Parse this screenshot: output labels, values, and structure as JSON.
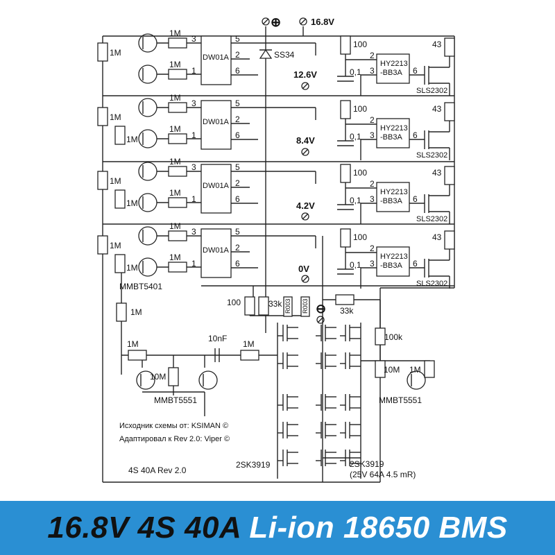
{
  "schematic": {
    "rails": {
      "plus_symbol": "⊕",
      "v16_8": "16.8V",
      "v12_6": "12.6V",
      "v8_4": "8.4V",
      "v4_2": "4.2V",
      "zero": "0V",
      "minus_symbol": "⊖"
    },
    "diode": "SS34",
    "cells": [
      {
        "ic": "DW01A",
        "r_top": "1M",
        "r_bot": "1M",
        "pin_in1": "3",
        "pin_in2": "1",
        "pin_out1": "5",
        "pin_out2": "2",
        "pin_out3": "6",
        "r_left": "1M",
        "r_100": "100",
        "cap": "0,1",
        "bal_ic_1": "HY2213",
        "bal_ic_2": "-BB3A",
        "bal_pin2": "2",
        "bal_pin3": "3",
        "bal_pin6": "6",
        "r_43": "43",
        "mosfet": "SLS2302"
      },
      {
        "ic": "DW01A",
        "r_top": "1M",
        "r_bot": "1M",
        "pin_in1": "3",
        "pin_in2": "1",
        "pin_out1": "5",
        "pin_out2": "2",
        "pin_out3": "6",
        "r_left": "1M",
        "r_left2": "1M",
        "r_100": "100",
        "cap": "0,1",
        "bal_ic_1": "HY2213",
        "bal_ic_2": "-BB3A",
        "bal_pin2": "2",
        "bal_pin3": "3",
        "bal_pin6": "6",
        "r_43": "43",
        "mosfet": "SLS2302"
      },
      {
        "ic": "DW01A",
        "r_top": "1M",
        "r_bot": "1M",
        "pin_in1": "3",
        "pin_in2": "1",
        "pin_out1": "5",
        "pin_out2": "2",
        "pin_out3": "6",
        "r_left": "1M",
        "r_left2": "1M",
        "r_100": "100",
        "cap": "0,1",
        "bal_ic_1": "HY2213",
        "bal_ic_2": "-BB3A",
        "bal_pin2": "2",
        "bal_pin3": "3",
        "bal_pin6": "6",
        "r_43": "43",
        "mosfet": "SLS2302"
      },
      {
        "ic": "DW01A",
        "r_top": "1M",
        "r_bot": "1M",
        "pin_in1": "3",
        "pin_in2": "1",
        "pin_out1": "5",
        "pin_out2": "2",
        "pin_out3": "6",
        "r_left": "1M",
        "r_left2": "1M",
        "r_100": "100",
        "cap": "0,1",
        "bal_ic_1": "HY2213",
        "bal_ic_2": "-BB3A",
        "bal_pin2": "2",
        "bal_pin3": "3",
        "bal_pin6": "6",
        "r_43": "43",
        "mosfet": "SLS2302"
      }
    ],
    "lower": {
      "pnp_label": "MMBT5401",
      "r_1m_a": "1M",
      "r_1m_b": "1M",
      "r_10m": "10M",
      "cap_10nf": "10nF",
      "r_1m_c": "1M",
      "npn_left_label": "MMBT5551",
      "r_100": "100",
      "r_33k_a": "33k",
      "r003_a": "R003",
      "r003_b": "R003",
      "r_33k_b": "33k",
      "r_100k": "100k",
      "r_10m_right": "10M",
      "r_1m_right": "1M",
      "npn_right_label": "MMBT5551",
      "fet_left": "2SK3919",
      "fet_right": "2SK3919",
      "fet_spec": "(25V 64A 4.5 mR)"
    },
    "credits": {
      "line1": "Исходник схемы от: KSIMAN ©",
      "line2": "Адаптировал к Rev 2.0: Viper ©",
      "rev": "4S 40A Rev 2.0"
    }
  },
  "banner": {
    "part1": "16.8V 4S 40A ",
    "part2": "Li-ion 18650 BMS"
  },
  "colors": {
    "banner_bg": "#2a8fd3",
    "banner_dark_text": "#111111",
    "banner_light_text": "#ffffff"
  }
}
